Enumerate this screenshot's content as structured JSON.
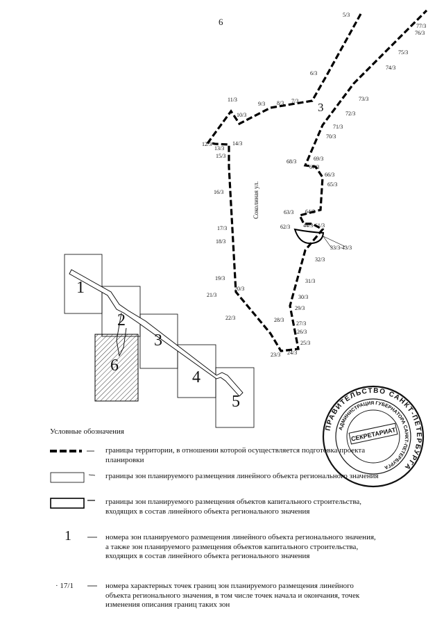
{
  "map": {
    "top_number": "6",
    "street_name": "Соколиная ул.",
    "area_number": "3",
    "zone_numbers": [
      "1",
      "2",
      "3",
      "4",
      "5",
      "6"
    ],
    "boundary_points": {
      "p5": "5/3",
      "p77": "77/3",
      "p76": "76/3",
      "p75": "75/3",
      "p74": "74/3",
      "p73": "73/3",
      "p72": "72/3",
      "p71": "71/3",
      "p70": "70/3",
      "p69": "69/3",
      "p68": "68/3",
      "p67": "67/3",
      "p66": "66/3",
      "p65": "65/3",
      "p64": "64/3",
      "p63": "63/3",
      "p62": "62/3",
      "p44": "44/3-61/3",
      "p33": "33/3-43/3",
      "p32": "32/3",
      "p31": "31/3",
      "p30": "30/3",
      "p29": "29/3",
      "p28": "28/3",
      "p27": "27/3",
      "p26": "26/3",
      "p25": "25/3",
      "p24": "24/3",
      "p23": "23/3",
      "p22": "22/3",
      "p21": "21/3",
      "p20": "20/3",
      "p19": "19/3",
      "p18": "18/3",
      "p17": "17/3",
      "p16": "16/3",
      "p15": "15/3",
      "p14": "14/3",
      "p13": "13/3",
      "p12": "12/3",
      "p11": "11/3",
      "p10": "10/3",
      "p9": "9/3",
      "p8": "8/3",
      "p7": "7/3",
      "p6": "6/3"
    }
  },
  "stamp": {
    "outer_text": "ПРАВИТЕЛЬСТВО САНКТ-ПЕТЕРБУРГА",
    "inner_text": "АДМИНИСТРАЦИЯ ГУБЕРНАТОРА САНКТ-ПЕТЕРБУРГА",
    "center_text": "СЕКРЕТАРИАТ"
  },
  "legend": {
    "title": "Условные обозначения",
    "items": [
      {
        "text": "границы территории, в отношении которой осуществляется подготовка проекта планировки"
      },
      {
        "text": "границы зон планируемого размещения линейного объекта регионального значения"
      },
      {
        "text": "границы зон планируемого размещения объектов капитального строительства, входящих в состав линейного объекта регионального значения"
      },
      {
        "symbol": "1",
        "text": "номера зон планируемого размещения линейного объекта регионального значения, а также зон планируемого размещения объектов капитального строительства, входящих в состав линейного объекта регионального значения"
      },
      {
        "symbol": "17/1",
        "text": "номера характерных точек границ зон планируемого размещения линейного объекта регионального значения, в том числе точек начала и окончания, точек изменения описания границ таких зон"
      }
    ],
    "dash": "—"
  }
}
